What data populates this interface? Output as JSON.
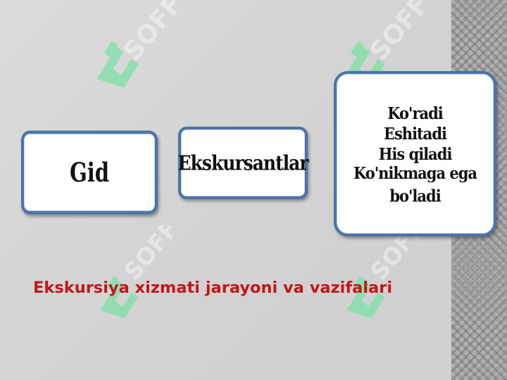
{
  "slide": {
    "title": "Ekskursiya xizmati jarayoni va vazifalari",
    "boxes": {
      "gid": "Gid",
      "ekskursantlar": "Ekskursantlar",
      "actions": [
        "Ko'radi",
        "Eshitadi",
        "His qiladi",
        "Ko'nikmaga ega bo'ladi"
      ]
    },
    "watermark": {
      "text": "SOFF",
      "color": "#7ee0a8"
    },
    "colors": {
      "box_border": "#4a74a8",
      "title": "#c0171b",
      "background": "#d4d4d4",
      "side_strip": "#9a9a9a"
    }
  }
}
